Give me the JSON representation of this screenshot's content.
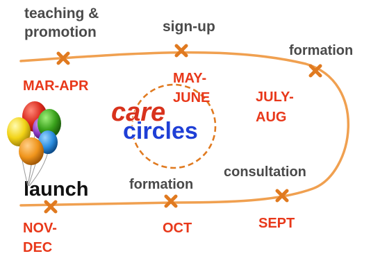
{
  "colors": {
    "path": "#f0a050",
    "marker": "#e07a20",
    "date": "#e8381a",
    "stage": "#4a4a4a",
    "care": "#d8321c",
    "circles": "#1f3fd6",
    "dashed_circle": "#e07a20"
  },
  "stages": {
    "teaching_line1": "teaching &",
    "teaching_line2": "promotion",
    "signup": "sign-up",
    "formation_top": "formation",
    "consultation": "consultation",
    "formation_bottom": "formation",
    "launch": "launch"
  },
  "dates": {
    "mar_apr": "MAR-APR",
    "may_line1": "MAY-",
    "may_line2": "JUNE",
    "july_line1": "JULY-",
    "july_line2": "AUG",
    "sept": "SEPT",
    "oct": "OCT",
    "nov_line1": "NOV-",
    "nov_line2": "DEC"
  },
  "logo": {
    "word1": "care",
    "word2": "circles"
  },
  "icons": {
    "balloons": "balloons-icon",
    "marker": "cross-marker-icon"
  }
}
